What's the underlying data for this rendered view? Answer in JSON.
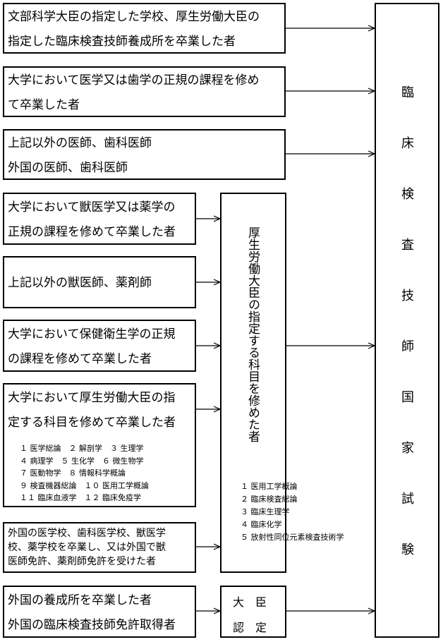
{
  "boxes": [
    {
      "lines": [
        "文部科学大臣の指定した学校、厚生労働大臣の",
        "指定した臨床検査技師養成所を卒業した者"
      ]
    },
    {
      "lines": [
        "大学において医学又は歯学の正規の課程を修め",
        "て卒業した者"
      ]
    },
    {
      "lines": [
        "上記以外の医師、歯科医師",
        "外国の医師、歯科医師"
      ]
    },
    {
      "lines": [
        "大学において獣医学又は薬学の",
        "正規の課程を修めて卒業した者"
      ]
    },
    {
      "lines": [
        "上記以外の獣医師、薬剤師"
      ]
    },
    {
      "lines": [
        "大学において保健衛生学の正規",
        "の課程を修めて卒業した者"
      ]
    },
    {
      "lines": [
        "大学において厚生労働大臣の指",
        "定する科目を修めて卒業した者"
      ],
      "subjects": [
        "１ 医学総論　２ 解剖学　３ 生理学",
        "４ 病理学　５ 生化学　６ 微生物学",
        "７ 医動物学　８ 情報科学概論",
        "９ 検査機器総論　１０ 医用工学概論",
        "１１ 臨床血液学　１２ 臨床免疫学"
      ]
    },
    {
      "lines": [
        "外国の医学校、歯科医学校、獣医学",
        "校、薬学校を卒業し、又は外国で獣",
        "医師免許、薬剤師免許を受けた者"
      ]
    },
    {
      "lines": [
        "外国の養成所を卒業した者",
        "外国の臨床検査技師免許取得者"
      ]
    }
  ],
  "middle": {
    "title": "厚生労働大臣の指定する科目を修めた者",
    "subjects": [
      "１ 医用工学概論",
      "２ 臨床検査総論",
      "３ 臨床生理学",
      "４ 臨床化学",
      "５ 放射性同位元素検査技術学"
    ]
  },
  "minister": [
    "大　臣",
    "認　定"
  ],
  "exam": [
    "臨",
    "床",
    "検",
    "査",
    "技",
    "師",
    "国",
    "家",
    "試",
    "験"
  ]
}
